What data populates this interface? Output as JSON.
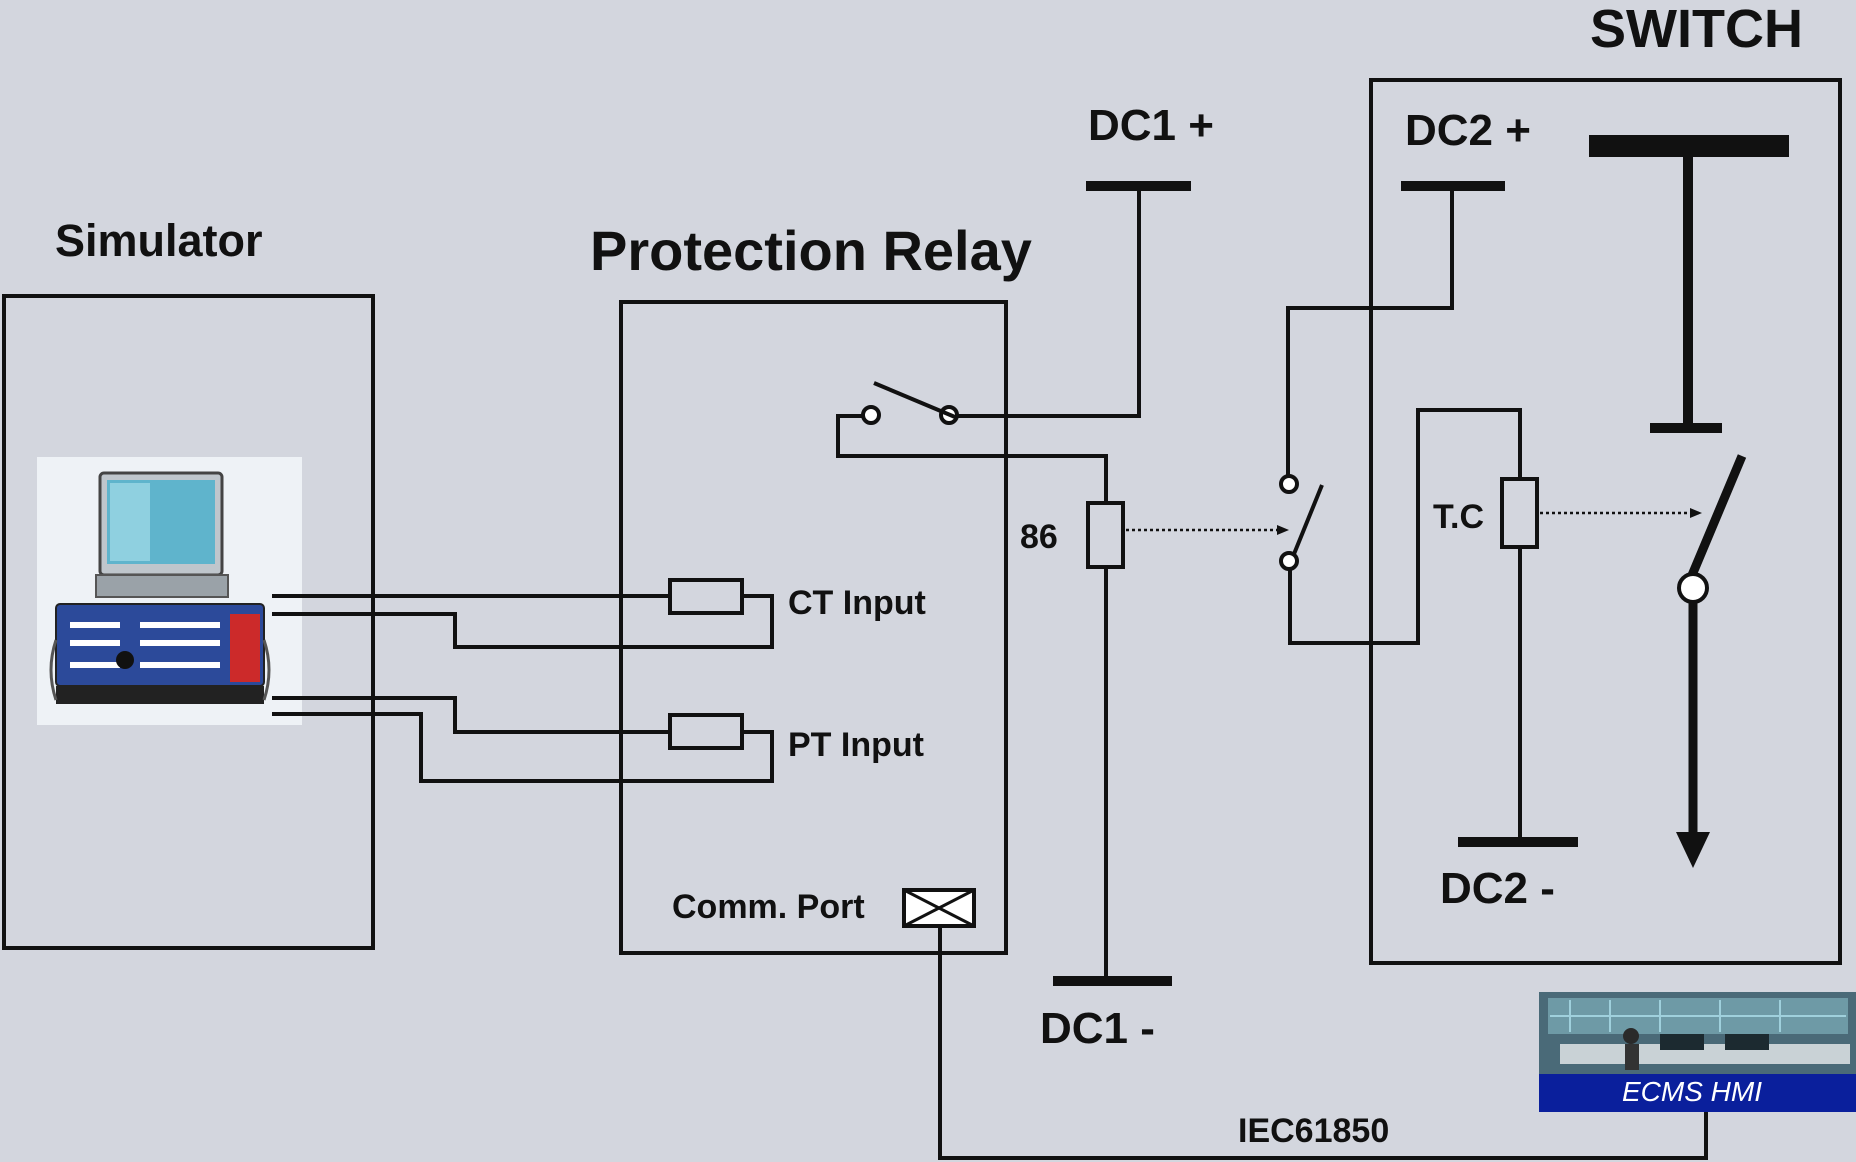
{
  "labels": {
    "switch_title": "SWITCH",
    "dc1_plus": "DC1 +",
    "dc1_minus": "DC1 -",
    "dc2_plus": "DC2 +",
    "dc2_minus": "DC2 -",
    "simulator": "Simulator",
    "protection_relay": "Protection Relay",
    "ct_input": "CT Input",
    "pt_input": "PT Input",
    "comm_port": "Comm. Port",
    "lockout_relay": "86",
    "trip_coil": "T.C",
    "protocol": "IEC61850",
    "hmi": "ECMS HMI"
  },
  "colors": {
    "background": "#d3d6de",
    "line": "#111111",
    "hmi_banner": "#0a1f9c",
    "hmi_text": "#ffffff"
  },
  "icons": {
    "simulator_device": "relay-test-set-icon",
    "comm_port": "crossed-box-icon",
    "hmi_photo": "control-room-photo"
  }
}
